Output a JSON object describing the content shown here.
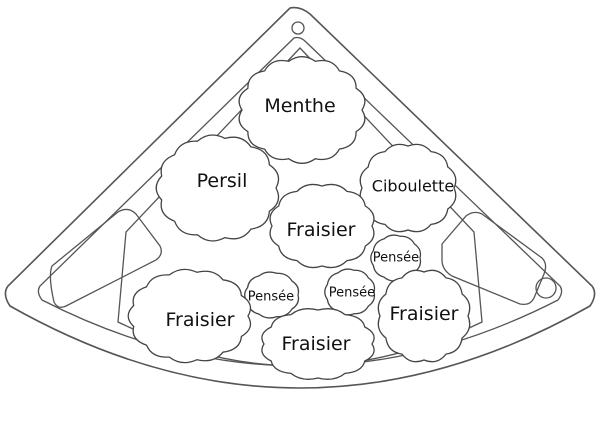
{
  "plants": {
    "menthe": "Menthe",
    "persil": "Persil",
    "ciboulette": "Ciboulette",
    "fraisier_center": "Fraisier",
    "pensee_right": "Pensée",
    "pensee_left": "Pensée",
    "pensee_center": "Pensée",
    "fraisier_left": "Fraisier",
    "fraisier_bottom": "Fraisier",
    "fraisier_right": "Fraisier"
  },
  "colors": {
    "stroke": "#444444",
    "fill": "#ffffff",
    "text": "#111111"
  }
}
